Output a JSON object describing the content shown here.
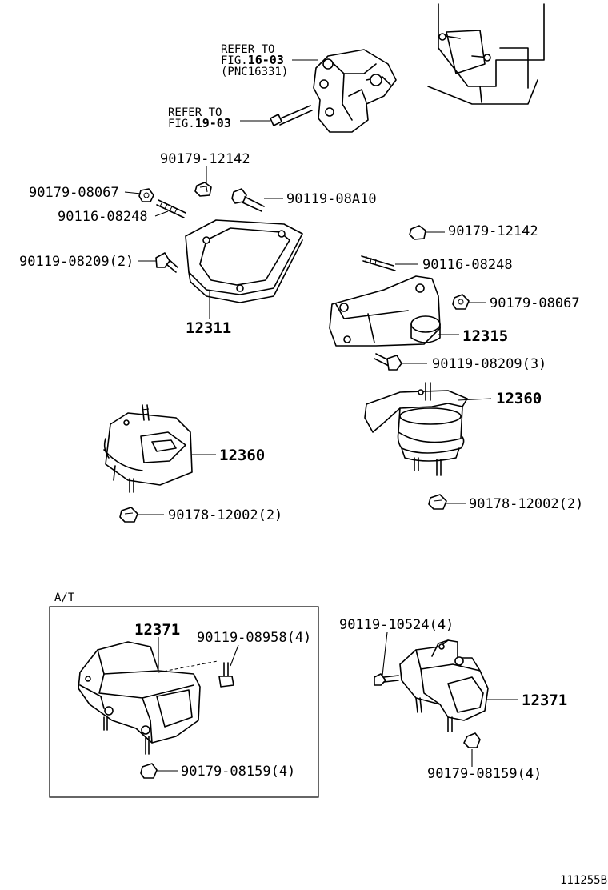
{
  "refer_top": {
    "line1": "REFER TO",
    "line2_prefix": "FIG.",
    "line2_num": "16-03",
    "line3": "(PNC16331)"
  },
  "refer_mid": {
    "line1": "REFER TO",
    "line2_prefix": "FIG.",
    "line2_num": "19-03"
  },
  "labels": {
    "p_90179_12142_a": "90179-12142",
    "p_90179_08067_a": "90179-08067",
    "p_90119_08A10": "90119-08A10",
    "p_90116_08248_a": "90116-08248",
    "p_90119_08209_2": "90119-08209(2)",
    "p_12311": "12311",
    "p_90179_12142_b": "90179-12142",
    "p_90116_08248_b": "90116-08248",
    "p_90179_08067_b": "90179-08067",
    "p_12315": "12315",
    "p_90119_08209_3": "90119-08209(3)",
    "p_12360_right": "12360",
    "p_12360_left": "12360",
    "p_90178_12002_left": "90178-12002(2)",
    "p_90178_12002_right": "90178-12002(2)",
    "at_tag": "A/T",
    "p_12371_box": "12371",
    "p_90119_08958": "90119-08958(4)",
    "p_90179_08159_box": "90179-08159(4)",
    "p_90119_10524": "90119-10524(4)",
    "p_12371_right": "12371",
    "p_90179_08159_right": "90179-08159(4)"
  },
  "figure_code": "111255B"
}
